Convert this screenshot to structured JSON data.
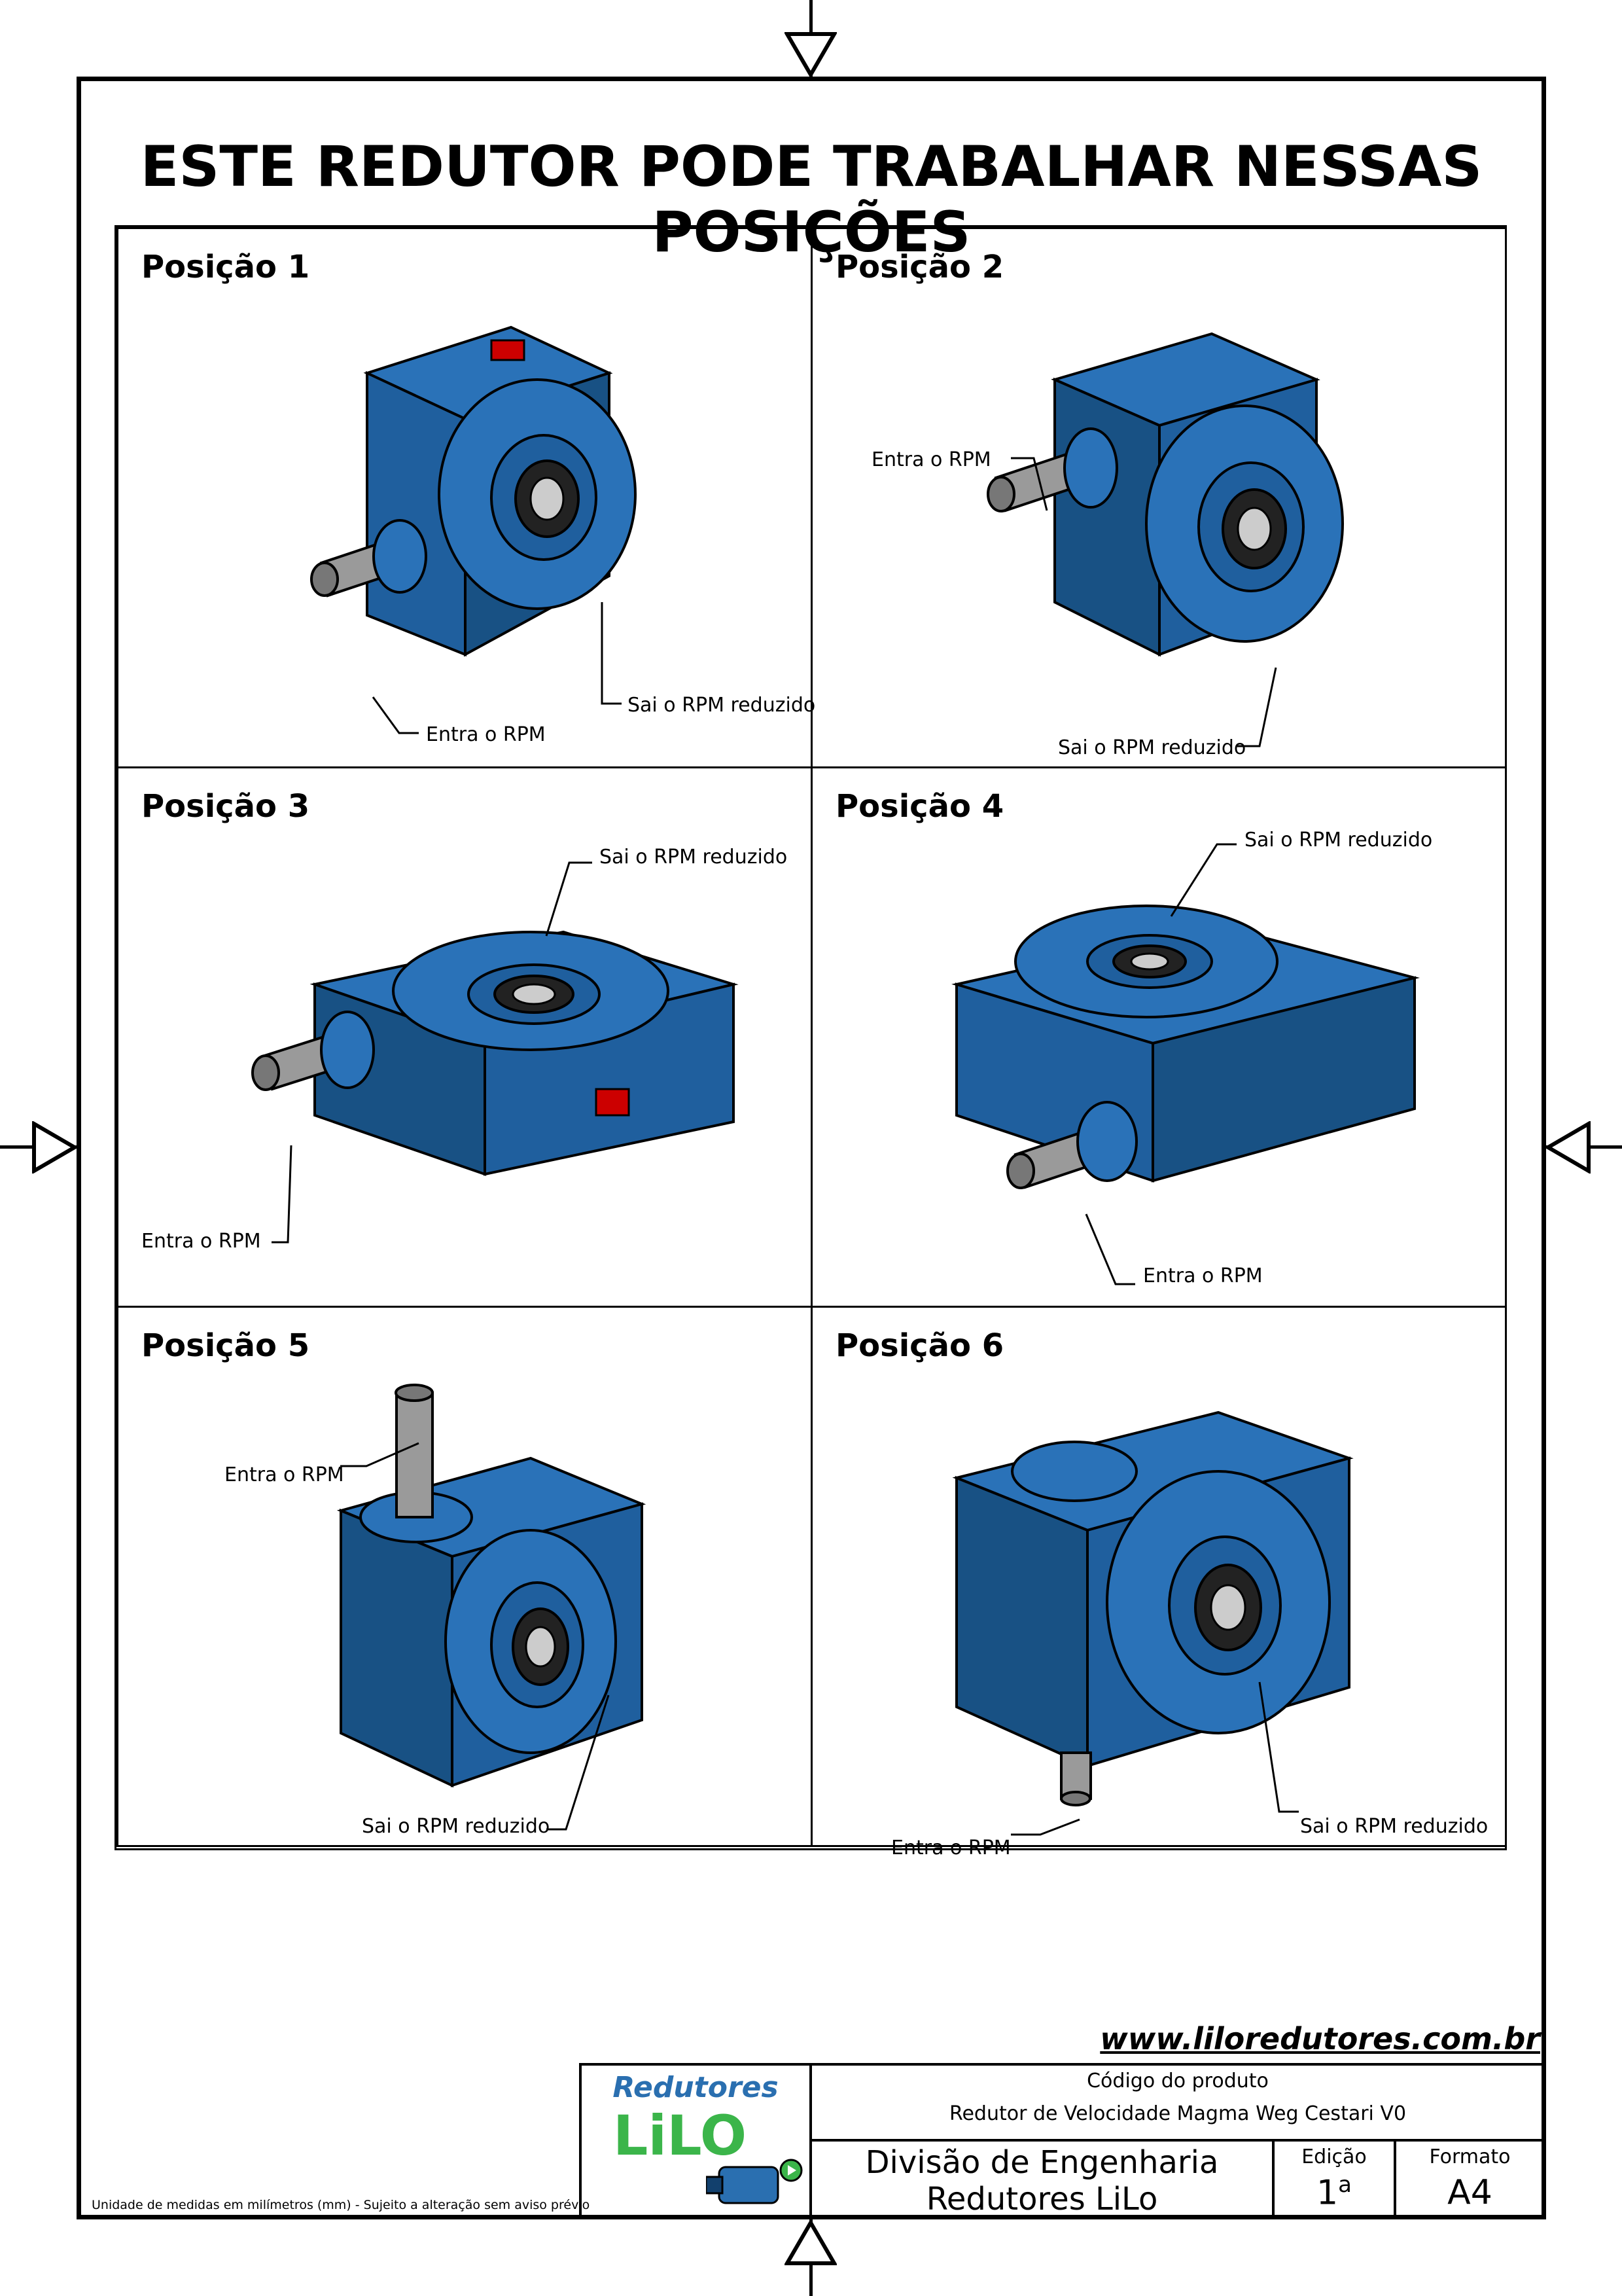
{
  "title": "ESTE REDUTOR PODE TRABALHAR NESSAS POSIÇÕES",
  "positions": [
    {
      "label": "Posição 1",
      "input_label": "Entra o RPM",
      "output_label": "Sai o RPM reduzido"
    },
    {
      "label": "Posição 2",
      "input_label": "Entra o RPM",
      "output_label": "Sai o RPM reduzido"
    },
    {
      "label": "Posição 3",
      "input_label": "Entra o RPM",
      "output_label": "Sai o RPM reduzido"
    },
    {
      "label": "Posição 4",
      "input_label": "Entra o RPM",
      "output_label": "Sai o RPM reduzido"
    },
    {
      "label": "Posição 5",
      "input_label": "Entra o RPM",
      "output_label": "Sai o RPM reduzido"
    },
    {
      "label": "Posição 6",
      "input_label": "Entra o RPM",
      "output_label": "Sai o RPM reduzido"
    }
  ],
  "website": "www.liloredutores.com.br",
  "units_note": "Unidade de medidas em milímetros (mm) - Sujeito a alteração sem aviso prévio",
  "title_block": {
    "logo_top": "Redutores",
    "logo_main": "LiLO",
    "product_code_label": "Código do produto",
    "product_name": "Redutor de Velocidade Magma Weg Cestari V0",
    "division_line1": "Divisão de Engenharia",
    "division_line2": "Redutores LiLo",
    "edition_label": "Edição",
    "edition_value": "1",
    "edition_suffix": "a",
    "format_label": "Formato",
    "format_value": "A4"
  },
  "colors": {
    "gear_blue": "#1f5f9e",
    "gear_dark": "#12406d",
    "shaft": "#8a8a8a",
    "logo_blue": "#2a6fb0",
    "logo_green": "#3bb54a"
  }
}
